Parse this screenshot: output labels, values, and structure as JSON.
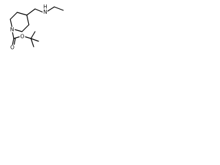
{
  "structure": {
    "atom_labels": {
      "amine_h": "H",
      "amine_n": "N",
      "ring_n": "N",
      "ether_o": "O",
      "carbonyl_o": "O"
    },
    "colors": {
      "ink": "#000000",
      "background": "#ffffff"
    }
  }
}
